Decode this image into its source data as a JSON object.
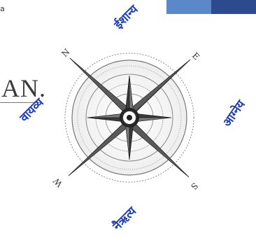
{
  "top_fragment": "a",
  "side_text": "AN.",
  "compass": {
    "letters": {
      "n": "N",
      "e": "E",
      "s": "S",
      "w": "W"
    }
  },
  "directions": {
    "ishanya": "ईशान्य",
    "vayavya": "वायव्य",
    "agneya": "आग्नेय",
    "nairitya": "नैऋत्य"
  },
  "colors": {
    "label": "#1f3fb5",
    "bar_light": "#5b88c8",
    "bar_dark": "#2c4b8f"
  }
}
